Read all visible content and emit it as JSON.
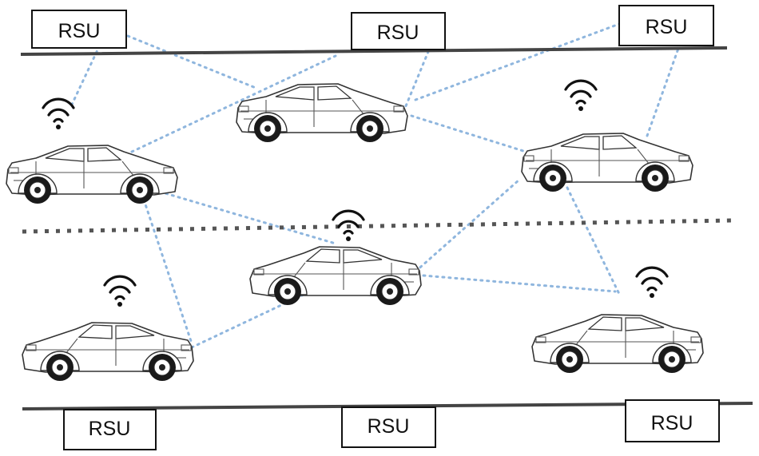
{
  "rsus": [
    {
      "id": "top-left",
      "label": "RSU"
    },
    {
      "id": "top-center",
      "label": "RSU"
    },
    {
      "id": "top-right",
      "label": "RSU"
    },
    {
      "id": "bottom-left",
      "label": "RSU"
    },
    {
      "id": "bottom-center",
      "label": "RSU"
    },
    {
      "id": "bottom-right",
      "label": "RSU"
    }
  ],
  "vehicles": [
    {
      "id": "top-left",
      "wifi": true
    },
    {
      "id": "top-center",
      "wifi": false
    },
    {
      "id": "top-right",
      "wifi": true
    },
    {
      "id": "middle-center",
      "wifi": true
    },
    {
      "id": "bottom-left",
      "wifi": true
    },
    {
      "id": "bottom-right",
      "wifi": true
    }
  ],
  "colors": {
    "link": "#8fb6de",
    "road": "#444444",
    "outline": "#111111"
  }
}
